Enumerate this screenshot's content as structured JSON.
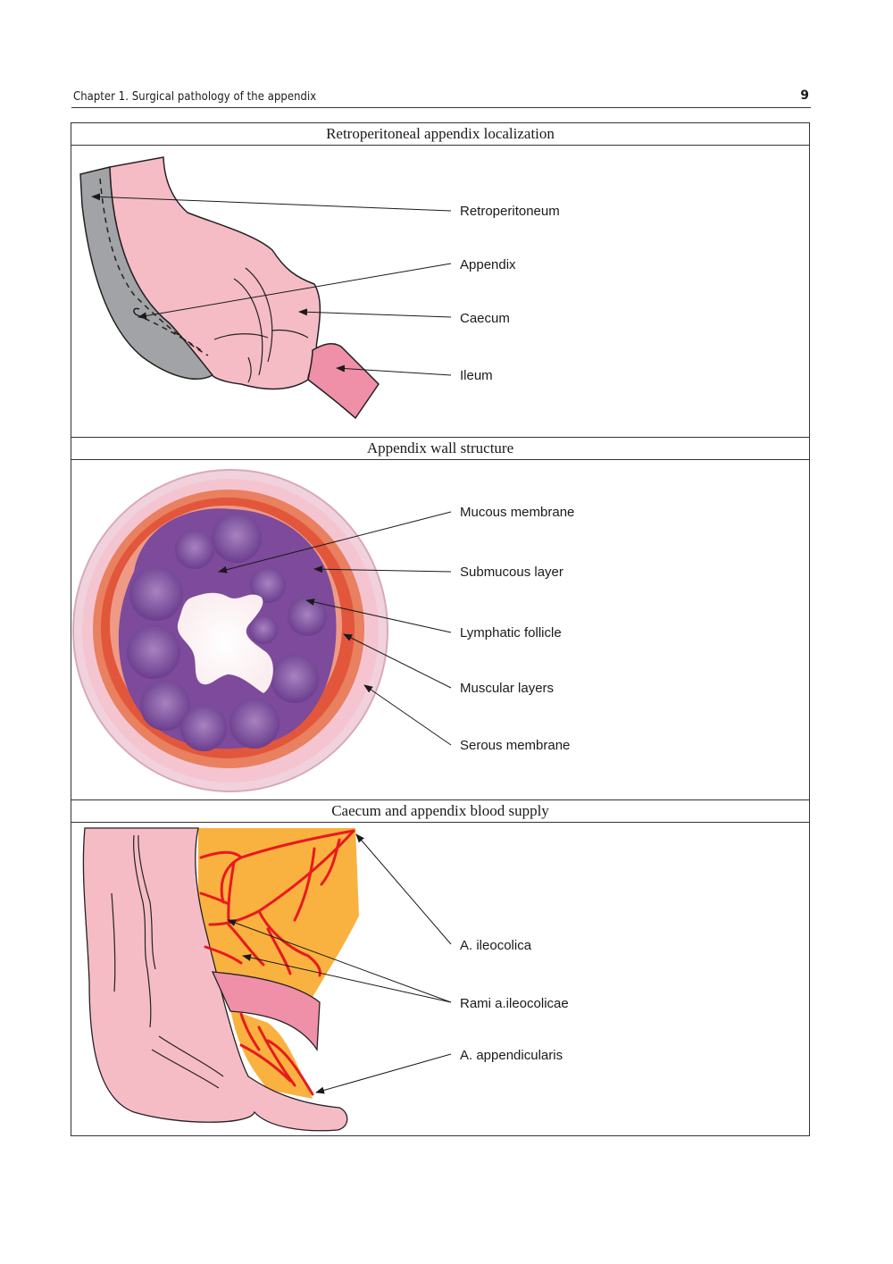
{
  "running_head": {
    "chapter": "Chapter 1. Surgical pathology of the appendix",
    "page_number": "9"
  },
  "panels": [
    {
      "title": "Retroperitoneal appendix localization",
      "labels": [
        "Retroperitoneum",
        "Appendix",
        "Caecum",
        "Ileum"
      ]
    },
    {
      "title": "Appendix wall structure",
      "labels": [
        "Mucous membrane",
        "Submucous layer",
        "Lymphatic follicle",
        "Muscular layers",
        "Serous membrane"
      ]
    },
    {
      "title": "Caecum and appendix blood supply",
      "labels": [
        "A. ileocolica",
        "Rami a.ileocolicae",
        "A. appendicularis"
      ]
    }
  ],
  "colors": {
    "pink": "#f6bcc6",
    "dark_pink": "#ef8fa8",
    "grey": "#a2a3a6",
    "orange": "#f9b23f",
    "artery": "#e8191f",
    "mucosa": "#7d4a9c",
    "muscle": "#e2563c"
  }
}
